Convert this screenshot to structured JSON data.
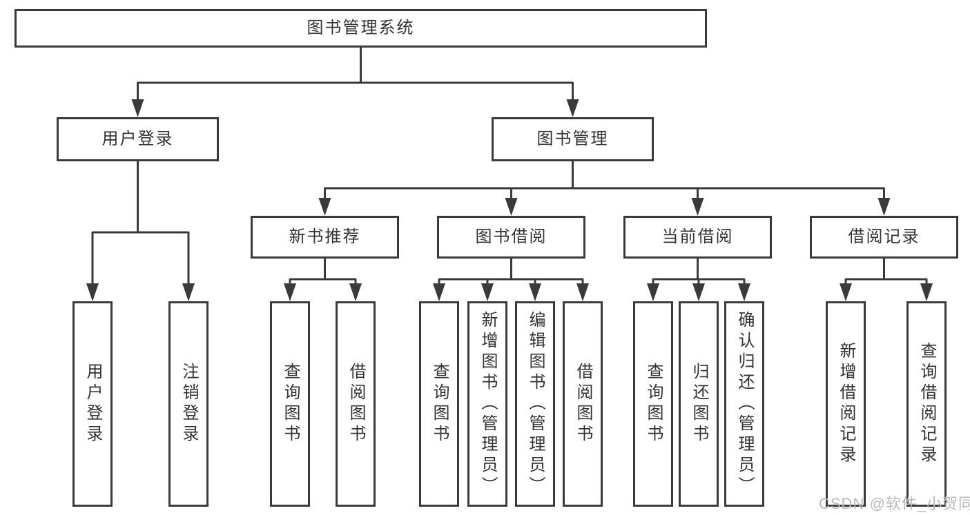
{
  "tree": {
    "label": "图书管理系统",
    "children": [
      {
        "label": "用户登录",
        "children": [
          {
            "label": "用户登录"
          },
          {
            "label": "注销登录"
          }
        ]
      },
      {
        "label": "图书管理",
        "children": [
          {
            "label": "新书推荐",
            "children": [
              {
                "label": "查询图书"
              },
              {
                "label": "借阅图书"
              }
            ]
          },
          {
            "label": "图书借阅",
            "children": [
              {
                "label": "查询图书"
              },
              {
                "label": "新增图书（管理员）"
              },
              {
                "label": "编辑图书（管理员）"
              },
              {
                "label": "借阅图书"
              }
            ]
          },
          {
            "label": "当前借阅",
            "children": [
              {
                "label": "查询图书"
              },
              {
                "label": "归还图书"
              },
              {
                "label": "确认归还（管理员）"
              }
            ]
          },
          {
            "label": "借阅记录",
            "children": [
              {
                "label": "新增借阅记录"
              },
              {
                "label": "查询借阅记录"
              }
            ]
          }
        ]
      }
    ]
  },
  "watermark": {
    "text": "CSDN @软件_小贺同学"
  },
  "colors": {
    "line": "#3a3a3a",
    "text": "#333333",
    "box_bg": "#ffffff",
    "page_bg": "#ffffff",
    "watermark": "#b9b9b9"
  }
}
